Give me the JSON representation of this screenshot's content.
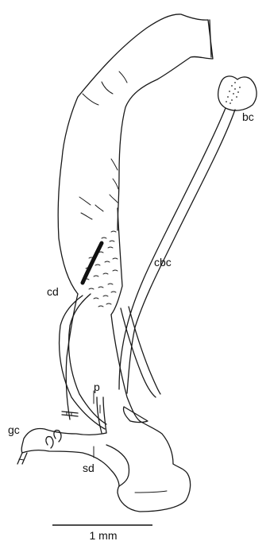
{
  "labels": {
    "bc": "bc",
    "cbc": "cbc",
    "cd": "cd",
    "p": "p",
    "gc": "gc",
    "sd": "sd"
  },
  "scale_bar": {
    "label": "1 mm"
  },
  "colors": {
    "ink": "#1a1a1a",
    "background": "#ffffff"
  }
}
